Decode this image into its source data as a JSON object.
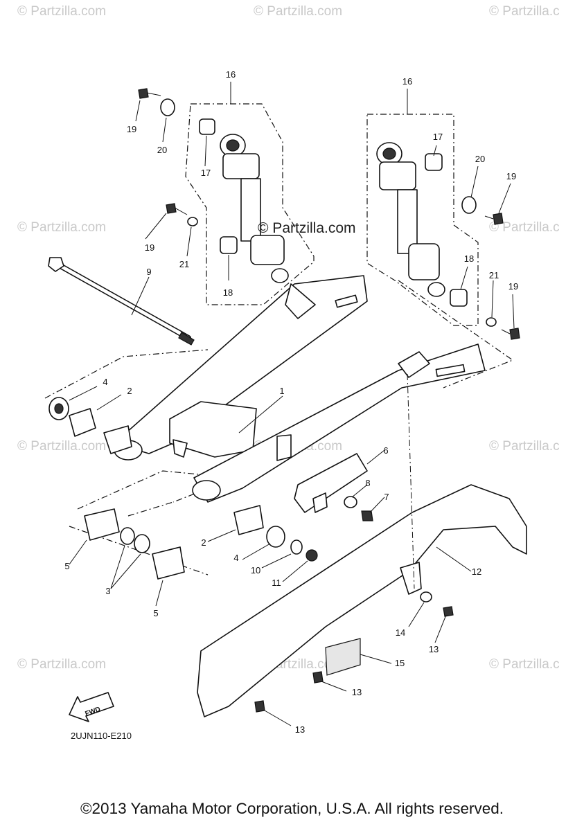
{
  "watermarks": [
    "© Partzilla.com",
    "© Partzilla.com",
    "© Partzilla.c",
    "© Partzilla.com",
    "© Partzilla.c",
    "© Partzilla.com",
    "© Partzilla.com",
    "© Partzilla.c",
    "© Partzilla.com",
    "© Partzilla.com",
    "© Partzilla.c"
  ],
  "center_watermark": "© Partzilla.com",
  "callouts": {
    "c1": "1",
    "c2a": "2",
    "c2b": "2",
    "c3": "3",
    "c4a": "4",
    "c4b": "4",
    "c5a": "5",
    "c5b": "5",
    "c6": "6",
    "c7": "7",
    "c8": "8",
    "c9": "9",
    "c10": "10",
    "c11": "11",
    "c12": "12",
    "c13a": "13",
    "c13b": "13",
    "c13c": "13",
    "c14": "14",
    "c15": "15",
    "c16a": "16",
    "c16b": "16",
    "c17a": "17",
    "c17b": "17",
    "c18a": "18",
    "c18b": "18",
    "c19a": "19",
    "c19b": "19",
    "c19c": "19",
    "c19d": "19",
    "c20a": "20",
    "c20b": "20",
    "c21a": "21",
    "c21b": "21"
  },
  "fwd_label": "FWD",
  "diagram_code": "2UJN110-E210",
  "copyright": "©2013 Yamaha Motor Corporation, U.S.A. All rights reserved."
}
